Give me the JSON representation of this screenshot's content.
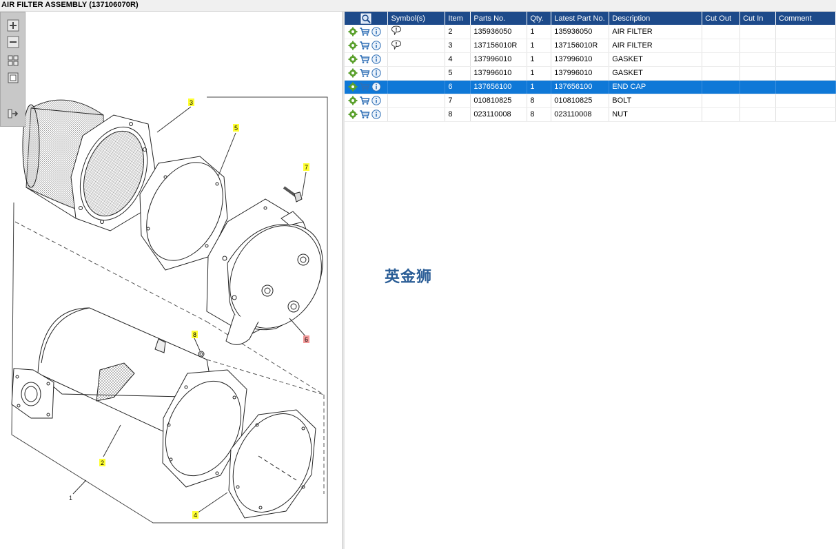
{
  "window": {
    "title": "AIR FILTER ASSEMBLY (137106070R)"
  },
  "toolbar": {
    "buttons": [
      {
        "name": "zoom-in-button",
        "icon": "zoom-in-icon"
      },
      {
        "name": "zoom-out-button",
        "icon": "zoom-out-icon"
      },
      {
        "name": "fit-all-button",
        "icon": "fit-grid-icon"
      },
      {
        "name": "fit-window-button",
        "icon": "fit-window-icon"
      },
      {
        "name": "pan-button",
        "icon": "pan-arrow-icon"
      }
    ]
  },
  "diagram": {
    "callouts": [
      {
        "label": "1",
        "highlight": "none"
      },
      {
        "label": "2",
        "highlight": "yellow"
      },
      {
        "label": "3",
        "highlight": "yellow"
      },
      {
        "label": "4",
        "highlight": "yellow"
      },
      {
        "label": "5",
        "highlight": "yellow"
      },
      {
        "label": "6",
        "highlight": "red"
      },
      {
        "label": "7",
        "highlight": "yellow"
      },
      {
        "label": "8",
        "highlight": "yellow"
      }
    ],
    "colors": {
      "yellow": "#ffff33",
      "red": "#f29898"
    }
  },
  "table": {
    "columns": [
      "",
      "Symbol(s)",
      "Item",
      "Parts No.",
      "Qty.",
      "Latest Part No.",
      "Description",
      "Cut Out",
      "Cut In",
      "Comment"
    ],
    "rows": [
      {
        "symbol": "note",
        "item": "2",
        "part_no": "135936050",
        "qty": "1",
        "latest": "135936050",
        "desc": "AIR FILTER",
        "cut_out": "",
        "cut_in": "",
        "comment": "",
        "selected": false
      },
      {
        "symbol": "note",
        "item": "3",
        "part_no": "137156010R",
        "qty": "1",
        "latest": "137156010R",
        "desc": "AIR FILTER",
        "cut_out": "",
        "cut_in": "",
        "comment": "",
        "selected": false
      },
      {
        "symbol": "",
        "item": "4",
        "part_no": "137996010",
        "qty": "1",
        "latest": "137996010",
        "desc": "GASKET",
        "cut_out": "",
        "cut_in": "",
        "comment": "",
        "selected": false
      },
      {
        "symbol": "",
        "item": "5",
        "part_no": "137996010",
        "qty": "1",
        "latest": "137996010",
        "desc": "GASKET",
        "cut_out": "",
        "cut_in": "",
        "comment": "",
        "selected": false
      },
      {
        "symbol": "",
        "item": "6",
        "part_no": "137656100",
        "qty": "1",
        "latest": "137656100",
        "desc": "END CAP",
        "cut_out": "",
        "cut_in": "",
        "comment": "",
        "selected": true
      },
      {
        "symbol": "",
        "item": "7",
        "part_no": "010810825",
        "qty": "8",
        "latest": "010810825",
        "desc": "BOLT",
        "cut_out": "",
        "cut_in": "",
        "comment": "",
        "selected": false
      },
      {
        "symbol": "",
        "item": "8",
        "part_no": "023110008",
        "qty": "8",
        "latest": "023110008",
        "desc": "NUT",
        "cut_out": "",
        "cut_in": "",
        "comment": "",
        "selected": false
      }
    ],
    "colors": {
      "header": "#1d4a8a",
      "selected": "#0f78d7"
    }
  },
  "watermark": {
    "text": "英金狮"
  }
}
